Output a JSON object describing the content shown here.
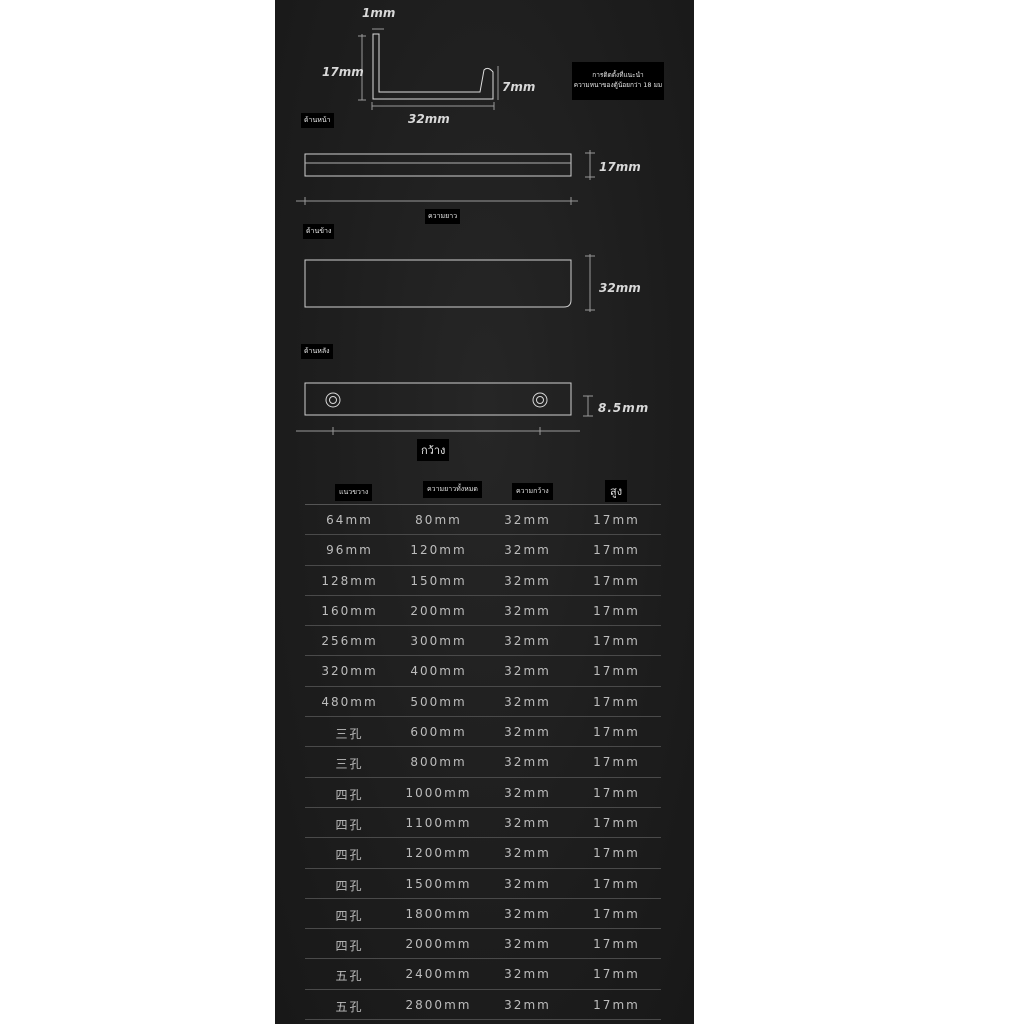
{
  "profile": {
    "thickness": "1mm",
    "height": "17mm",
    "lip": "7mm",
    "width": "32mm"
  },
  "install_note": {
    "line1": "การติดตั้งที่แนะนำ",
    "line2": "ความหนาของตู้น้อยกว่า 18 มม"
  },
  "views": {
    "front": {
      "label": "ด้านหน้า",
      "height": "17mm",
      "length_label": "ความยาว"
    },
    "side": {
      "label": "ด้านข้าง",
      "width": "32mm"
    },
    "back": {
      "label": "ด้านหลัง",
      "offset": "8.5mm",
      "spacing_label": "กว้าง"
    }
  },
  "table": {
    "headers": [
      "แนวขวาง",
      "ความยาวทั้งหมด",
      "ความกว้าง",
      "สูง"
    ],
    "rows": [
      [
        "64mm",
        "80mm",
        "32mm",
        "17mm"
      ],
      [
        "96mm",
        "120mm",
        "32mm",
        "17mm"
      ],
      [
        "128mm",
        "150mm",
        "32mm",
        "17mm"
      ],
      [
        "160mm",
        "200mm",
        "32mm",
        "17mm"
      ],
      [
        "256mm",
        "300mm",
        "32mm",
        "17mm"
      ],
      [
        "320mm",
        "400mm",
        "32mm",
        "17mm"
      ],
      [
        "480mm",
        "500mm",
        "32mm",
        "17mm"
      ],
      [
        "三孔",
        "600mm",
        "32mm",
        "17mm"
      ],
      [
        "三孔",
        "800mm",
        "32mm",
        "17mm"
      ],
      [
        "四孔",
        "1000mm",
        "32mm",
        "17mm"
      ],
      [
        "四孔",
        "1100mm",
        "32mm",
        "17mm"
      ],
      [
        "四孔",
        "1200mm",
        "32mm",
        "17mm"
      ],
      [
        "四孔",
        "1500mm",
        "32mm",
        "17mm"
      ],
      [
        "四孔",
        "1800mm",
        "32mm",
        "17mm"
      ],
      [
        "四孔",
        "2000mm",
        "32mm",
        "17mm"
      ],
      [
        "五孔",
        "2400mm",
        "32mm",
        "17mm"
      ],
      [
        "五孔",
        "2800mm",
        "32mm",
        "17mm"
      ]
    ]
  }
}
